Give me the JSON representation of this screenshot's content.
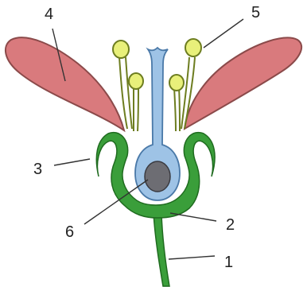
{
  "labels": {
    "stem": "1",
    "receptacle": "2",
    "sepal": "3",
    "petal": "4",
    "anther": "5",
    "ovary": "6"
  },
  "colors": {
    "petal": "#d97a7d",
    "petal_outline": "#8b4a4a",
    "stem": "#3a9e3a",
    "stem_outline": "#1f6b1f",
    "pistil": "#9ec3e6",
    "pistil_outline": "#4a79a8",
    "ovule": "#6d6d73",
    "stamen": "#e8f07a",
    "stamen_outline": "#6d7d20"
  }
}
